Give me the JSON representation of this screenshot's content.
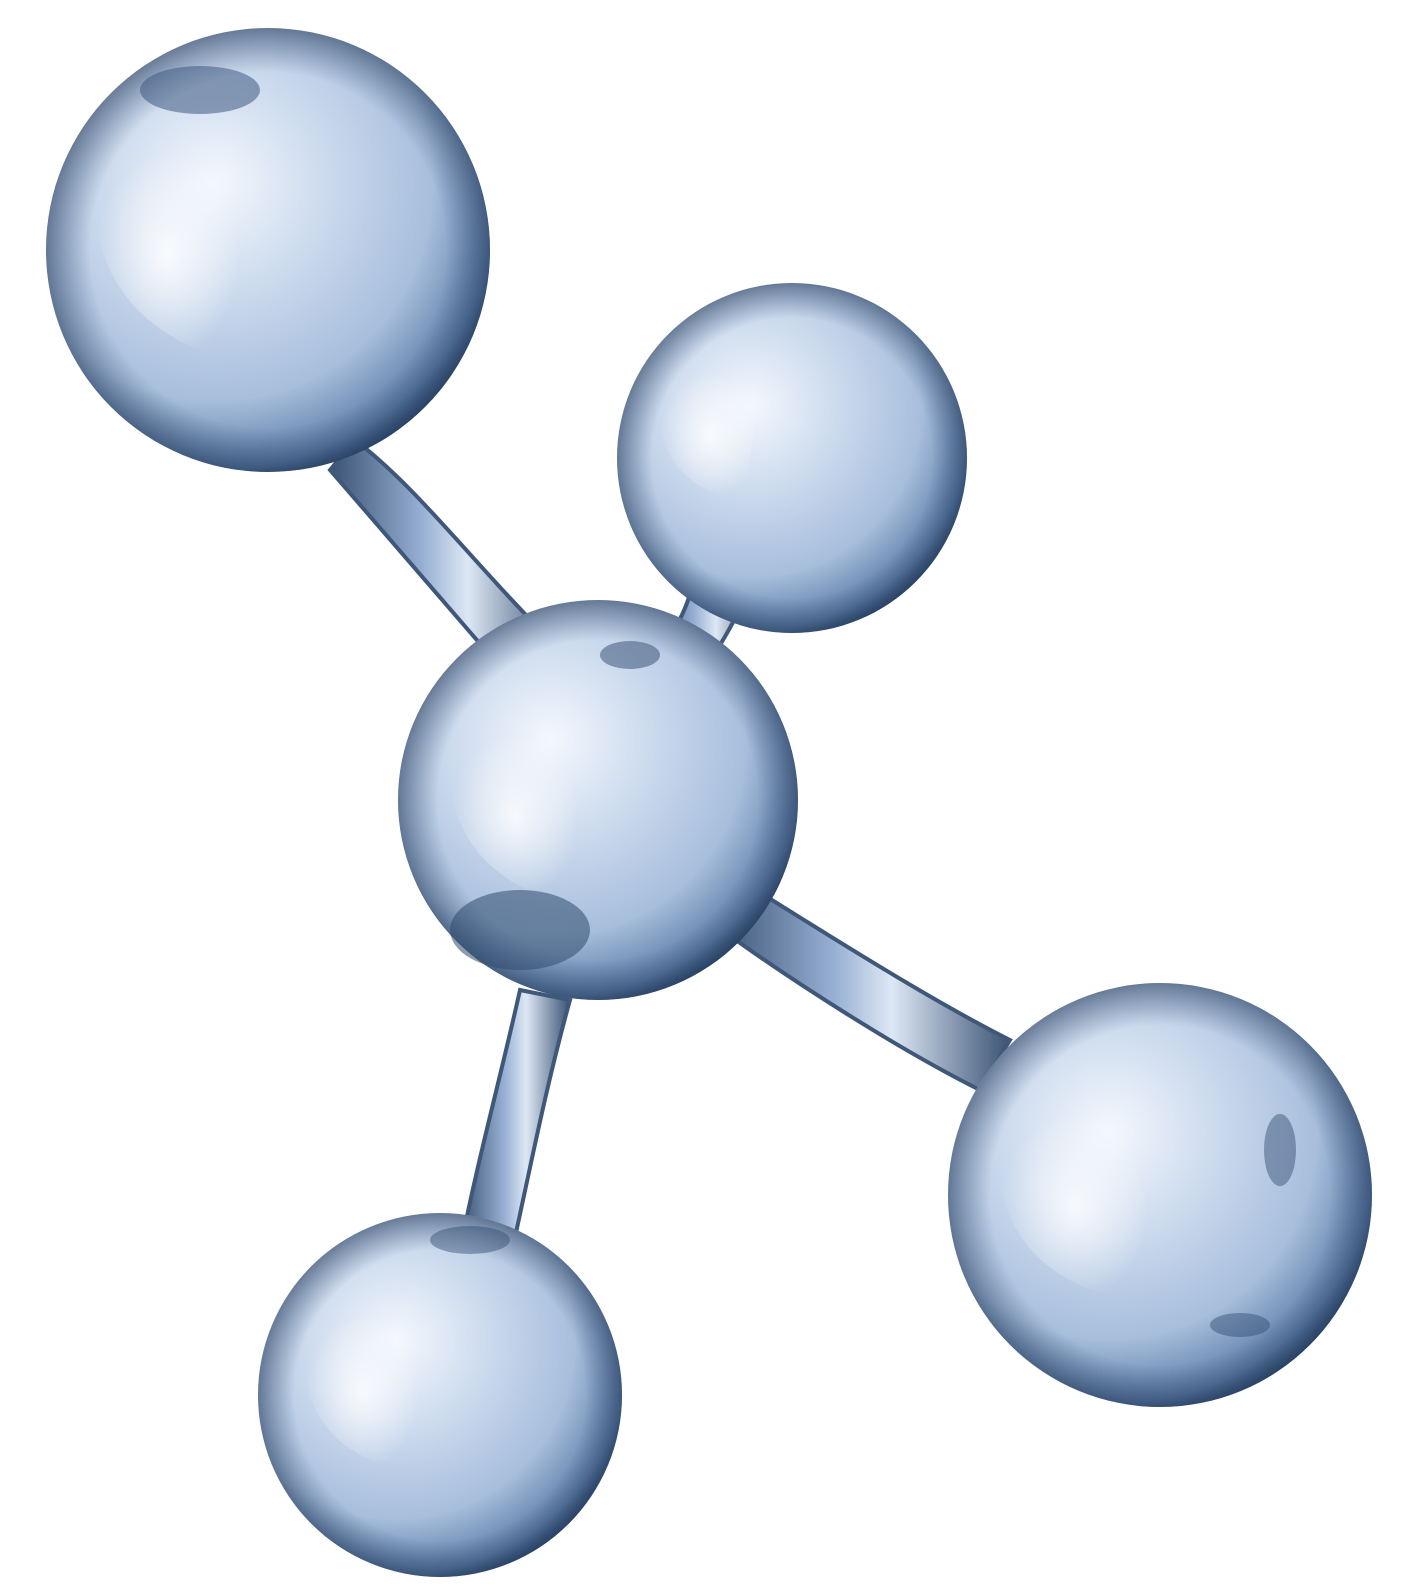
{
  "image": {
    "subject": "glass-molecule-model",
    "atom_count": 5,
    "bond_count": 4,
    "colors": {
      "background": "#ffffff",
      "glass_light": "#dbe6f4",
      "glass_mid": "#9fb6d6",
      "glass_dark": "#2f4a6e",
      "highlight": "#ffffff"
    }
  }
}
